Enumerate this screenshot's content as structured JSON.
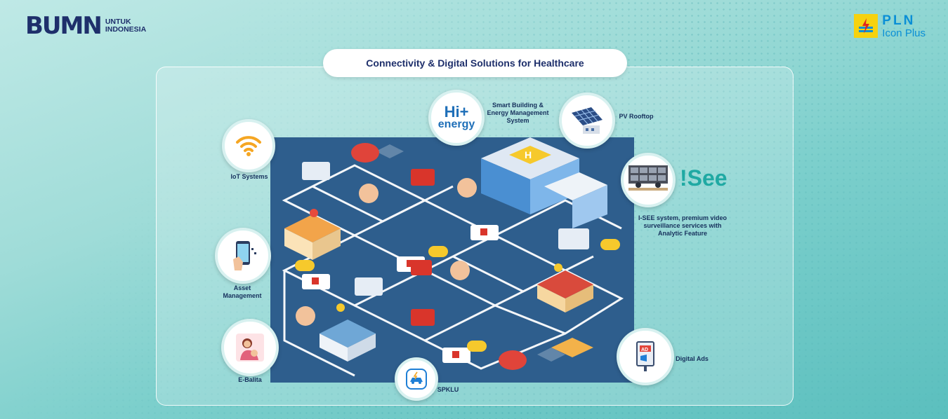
{
  "header": {
    "bumn_mark": "BUMN",
    "bumn_line1": "UNTUK",
    "bumn_line2": "INDONESIA",
    "pln_name": "PLN",
    "pln_sub": "Icon Plus"
  },
  "title": "Connectivity & Digital Solutions for Healthcare",
  "services": {
    "iot": "IoT Systems",
    "asset_line1": "Asset",
    "asset_line2": "Management",
    "ebalita": "E-Balita",
    "spklu": "SPKLU",
    "smart_line1": "Smart Building &",
    "smart_line2": "Energy Management",
    "smart_line3": "System",
    "hienergy_top": "Hi+",
    "hienergy_bottom": "energy",
    "pv": "PV Rooftop",
    "isee_brand": "!See",
    "isee_line1": "I-SEE system, premium video",
    "isee_line2": "surveillance services with",
    "isee_line3": "Analytic Feature",
    "ads": "Digital Ads",
    "ads_badge": "AD"
  },
  "colors": {
    "navy": "#1e2f6b",
    "pln_blue": "#0a8fd6",
    "pln_yellow": "#f6d20e",
    "map_bg": "#2e5e8d",
    "isee_teal": "#1fa9a3"
  }
}
